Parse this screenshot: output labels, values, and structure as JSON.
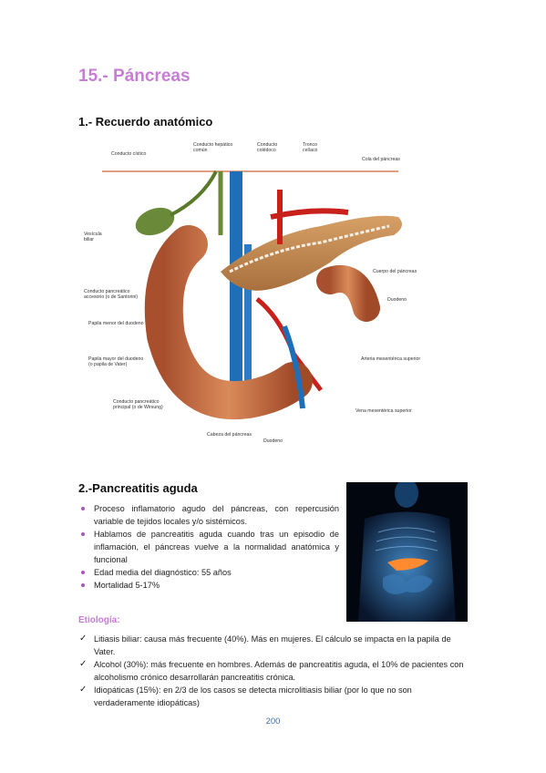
{
  "title": "15.- Páncreas",
  "section1": {
    "heading": "1.- Recuerdo anatómico",
    "labels": {
      "cistico": "Conducto cístico",
      "hepatico": "Conducto hepático\ncomún",
      "coledoco": "Conducto\ncolédoco",
      "tronco": "Tronco\ncelíaco",
      "cola": "Cola del páncreas",
      "vesicula": "Vesícula\nbiliar",
      "cuerpo": "Cuerpo del páncreas",
      "santorini": "Conducto pancreático\naccesorio (o de Santorini)",
      "duodeno_r": "Duodeno",
      "papila_menor": "Papila menor del duodeno",
      "papila_mayor": "Papila mayor del duodeno\n(o papila de Vater)",
      "mesenterica_art": "Arteria mesentérica superior",
      "wirsung": "Conducto pancreático\nprincipal (o de Wirsung)",
      "vena": "Vena mesentérica superior",
      "cabeza": "Cabeza del páncreas",
      "duodeno_b": "Duodeno"
    }
  },
  "section2": {
    "heading": "2.-Pancreatitis aguda",
    "bullets": [
      "Proceso inflamatorio agudo del páncreas, con repercusión variable de tejidos locales y/o sistémicos.",
      "Hablamos de pancreatitis aguda cuando tras un episodio de inflamación, el páncreas vuelve a la normalidad anatómica y funcional",
      "Edad media del diagnóstico: 55 años",
      "Mortalidad 5-17%"
    ],
    "etiologia_heading": "Etiología:",
    "etiologia": [
      "Litiasis biliar: causa más frecuente (40%). Más en mujeres. El cálculo se impacta en la papila de Vater.",
      "Alcohol (30%): más frecuente en hombres. Además de pancreatitis aguda, el 10% de pacientes con alcoholismo crónico desarrollarán pancreatitis crónica.",
      "Idiopáticas (15%): en 2/3 de los casos se detecta microlitiasis biliar (por lo que no son verdaderamente idiopáticas)"
    ]
  },
  "page_number": "200",
  "colors": {
    "accent": "#c77dd6",
    "bullet": "#a858b8",
    "page_number": "#3b6fb6"
  }
}
